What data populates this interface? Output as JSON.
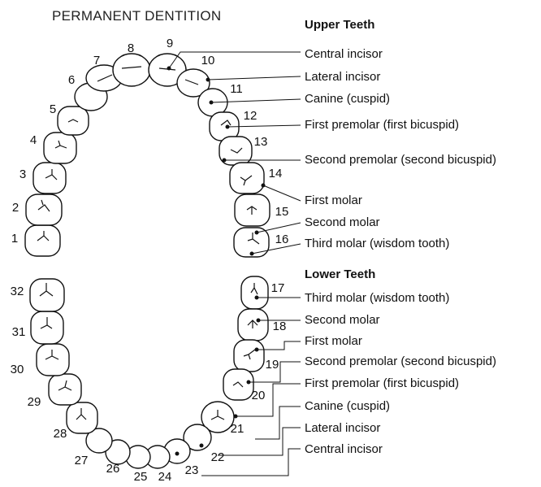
{
  "title": "PERMANENT DENTITION",
  "upper": {
    "heading": "Upper Teeth",
    "labels": [
      "Central incisor",
      "Lateral incisor",
      "Canine (cuspid)",
      "First premolar (first bicuspid)",
      "Second premolar (second bicuspid)",
      "First molar",
      "Second molar",
      "Third molar (wisdom tooth)"
    ]
  },
  "lower": {
    "heading": "Lower Teeth",
    "labels": [
      "Third molar (wisdom tooth)",
      "Second molar",
      "First molar",
      "Second premolar (second bicuspid)",
      "First premolar (first bicuspid)",
      "Canine (cuspid)",
      "Lateral incisor",
      "Central incisor"
    ]
  },
  "tooth_numbers": [
    "1",
    "2",
    "3",
    "4",
    "5",
    "6",
    "7",
    "8",
    "9",
    "10",
    "11",
    "12",
    "13",
    "14",
    "15",
    "16",
    "17",
    "18",
    "19",
    "20",
    "21",
    "22",
    "23",
    "24",
    "25",
    "26",
    "27",
    "28",
    "29",
    "30",
    "31",
    "32"
  ]
}
